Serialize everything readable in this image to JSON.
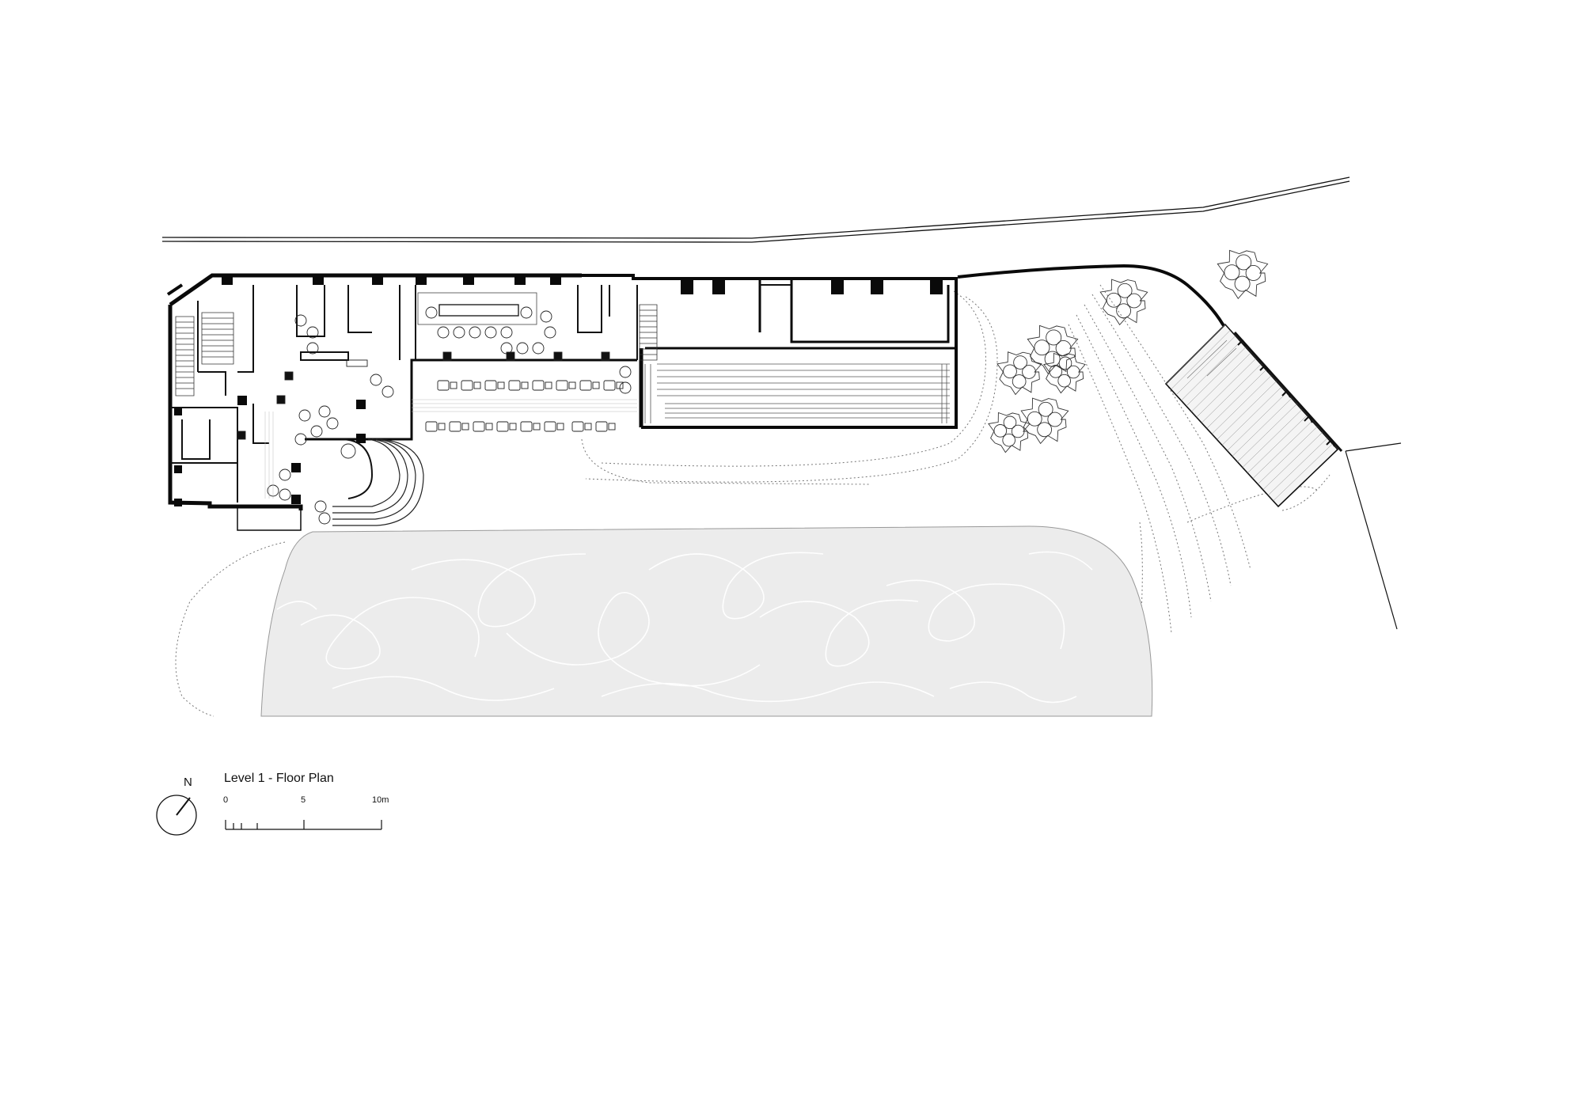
{
  "drawing": {
    "title": "Level 1 - Floor Plan",
    "north_label": "N",
    "scale_labels": [
      "0",
      "5",
      "10m"
    ]
  },
  "colors": {
    "ink": "#111111",
    "wall": "#0a0a0a",
    "water": "#ececec",
    "water_lines": "#ffffff",
    "light_line": "#8a8a8a"
  }
}
